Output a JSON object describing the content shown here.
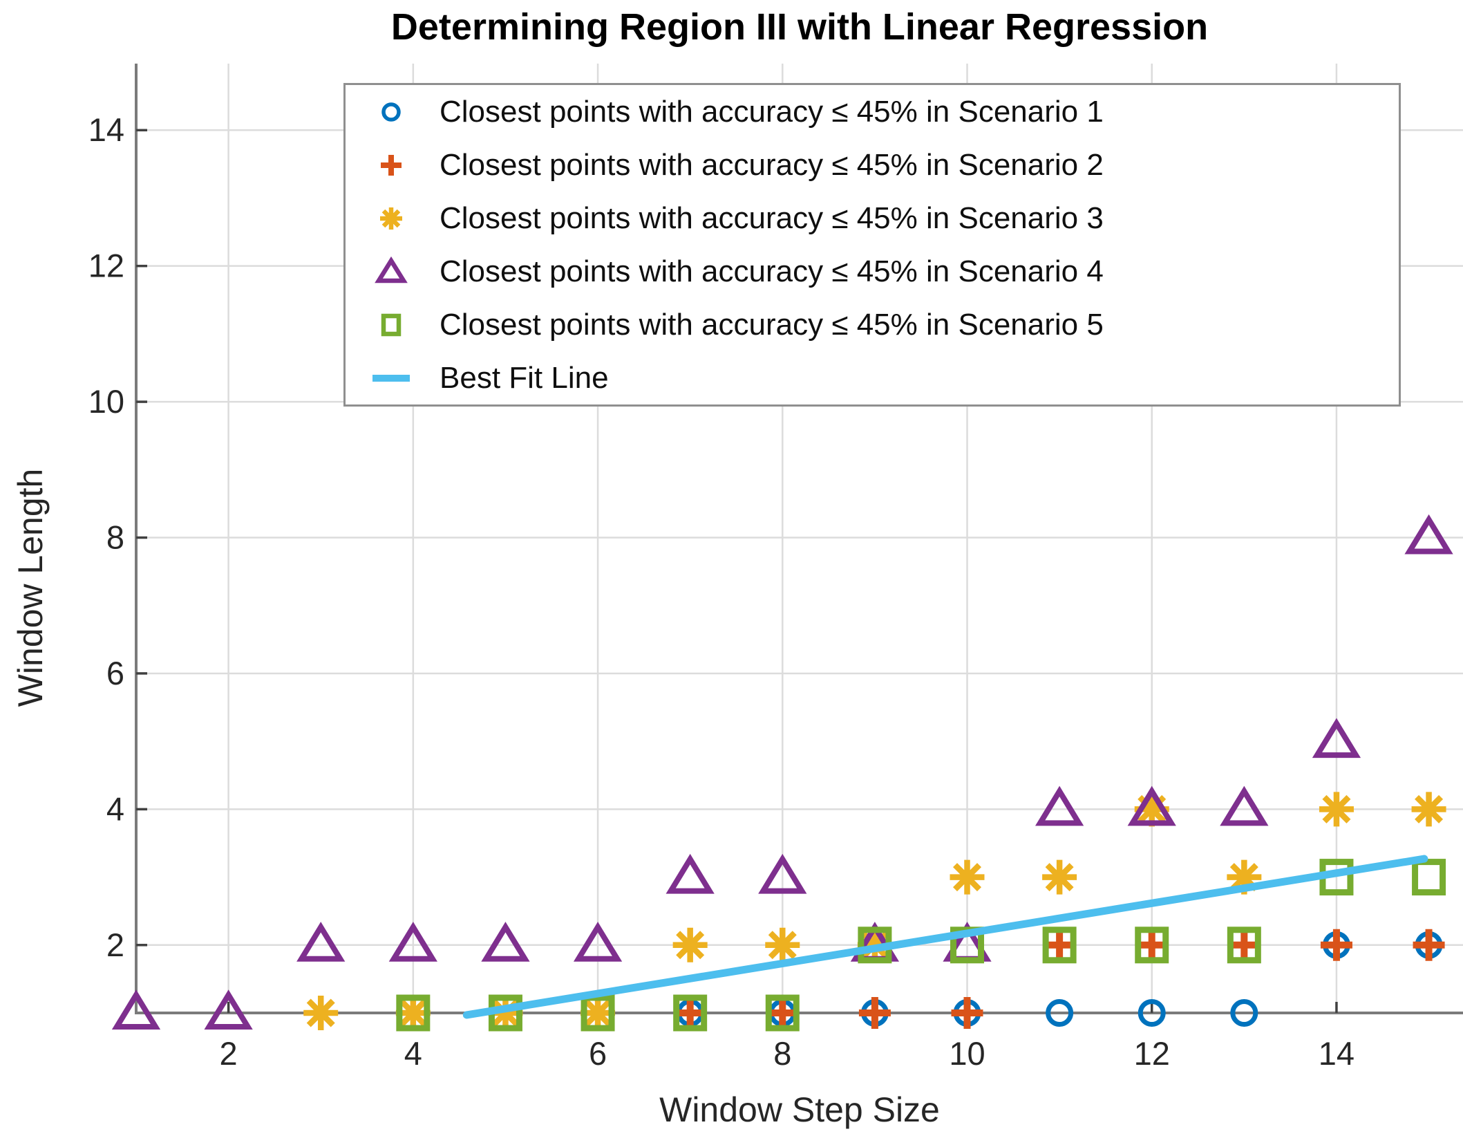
{
  "title": "Determining Region III with Linear Regression",
  "axes": {
    "xlabel": "Window Step Size",
    "ylabel": "Window Length",
    "x_tick_labels": [
      "2",
      "4",
      "6",
      "8",
      "10",
      "12",
      "14"
    ],
    "y_tick_labels": [
      "2",
      "4",
      "6",
      "8",
      "10",
      "12",
      "14"
    ]
  },
  "legend": {
    "location": "northwest-inside",
    "items": [
      {
        "label": "Closest points with accuracy ≤ 45% in Scenario 1",
        "marker": "circle",
        "color": "#0072BD"
      },
      {
        "label": "Closest points with accuracy ≤ 45% in Scenario 2",
        "marker": "plus",
        "color": "#D95319"
      },
      {
        "label": "Closest points with accuracy ≤ 45% in Scenario 3",
        "marker": "asterisk",
        "color": "#EDB120"
      },
      {
        "label": "Closest points with accuracy ≤ 45% in Scenario 4",
        "marker": "triangle",
        "color": "#7E2F8E"
      },
      {
        "label": "Closest points with accuracy ≤ 45% in Scenario 5",
        "marker": "square",
        "color": "#77AC30"
      },
      {
        "label": "Best Fit Line",
        "marker": "line",
        "color": "#4DBEEE"
      }
    ]
  },
  "chart_data": {
    "type": "scatter",
    "title": "Determining Region III with Linear Regression",
    "xlabel": "Window Step Size",
    "ylabel": "Window Length",
    "xlim": [
      1,
      15.37
    ],
    "ylim": [
      1,
      14.98
    ],
    "x_ticks": [
      2,
      4,
      6,
      8,
      10,
      12,
      14
    ],
    "y_ticks": [
      2,
      4,
      6,
      8,
      10,
      12,
      14
    ],
    "grid": true,
    "legend_position": "upper left",
    "series": [
      {
        "name": "Closest points with accuracy ≤ 45% in Scenario 1",
        "marker": "circle",
        "color": "#0072BD",
        "points": [
          [
            7,
            1
          ],
          [
            8,
            1
          ],
          [
            9,
            1
          ],
          [
            10,
            1
          ],
          [
            11,
            1
          ],
          [
            12,
            1
          ],
          [
            13,
            1
          ],
          [
            14,
            2
          ],
          [
            15,
            2
          ]
        ]
      },
      {
        "name": "Closest points with accuracy ≤ 45% in Scenario 2",
        "marker": "plus",
        "color": "#D95319",
        "points": [
          [
            7,
            1
          ],
          [
            8,
            1
          ],
          [
            9,
            1
          ],
          [
            10,
            1
          ],
          [
            11,
            2
          ],
          [
            12,
            2
          ],
          [
            13,
            2
          ],
          [
            14,
            2
          ],
          [
            15,
            2
          ]
        ]
      },
      {
        "name": "Closest points with accuracy ≤ 45% in Scenario 3",
        "marker": "asterisk",
        "color": "#EDB120",
        "points": [
          [
            3,
            1
          ],
          [
            4,
            1
          ],
          [
            5,
            1
          ],
          [
            6,
            1
          ],
          [
            7,
            2
          ],
          [
            8,
            2
          ],
          [
            9,
            2
          ],
          [
            10,
            3
          ],
          [
            11,
            3
          ],
          [
            12,
            4
          ],
          [
            13,
            3
          ],
          [
            14,
            4
          ],
          [
            15,
            4
          ]
        ]
      },
      {
        "name": "Closest points with accuracy ≤ 45% in Scenario 4",
        "marker": "triangle",
        "color": "#7E2F8E",
        "points": [
          [
            1,
            1
          ],
          [
            2,
            1
          ],
          [
            3,
            2
          ],
          [
            4,
            2
          ],
          [
            5,
            2
          ],
          [
            6,
            2
          ],
          [
            7,
            3
          ],
          [
            8,
            3
          ],
          [
            9,
            2
          ],
          [
            10,
            2
          ],
          [
            11,
            4
          ],
          [
            12,
            4
          ],
          [
            13,
            4
          ],
          [
            14,
            5
          ],
          [
            15,
            8
          ]
        ]
      },
      {
        "name": "Closest points with accuracy ≤ 45% in Scenario 5",
        "marker": "square",
        "color": "#77AC30",
        "points": [
          [
            4,
            1
          ],
          [
            5,
            1
          ],
          [
            6,
            1
          ],
          [
            7,
            1
          ],
          [
            8,
            1
          ],
          [
            9,
            2
          ],
          [
            10,
            2
          ],
          [
            11,
            2
          ],
          [
            12,
            2
          ],
          [
            13,
            2
          ],
          [
            14,
            3
          ],
          [
            15,
            3
          ]
        ]
      }
    ],
    "best_fit_line": {
      "name": "Best Fit Line",
      "color": "#4DBEEE",
      "x1": 4.58,
      "y1": 0.97,
      "x2": 14.95,
      "y2": 3.27
    }
  }
}
